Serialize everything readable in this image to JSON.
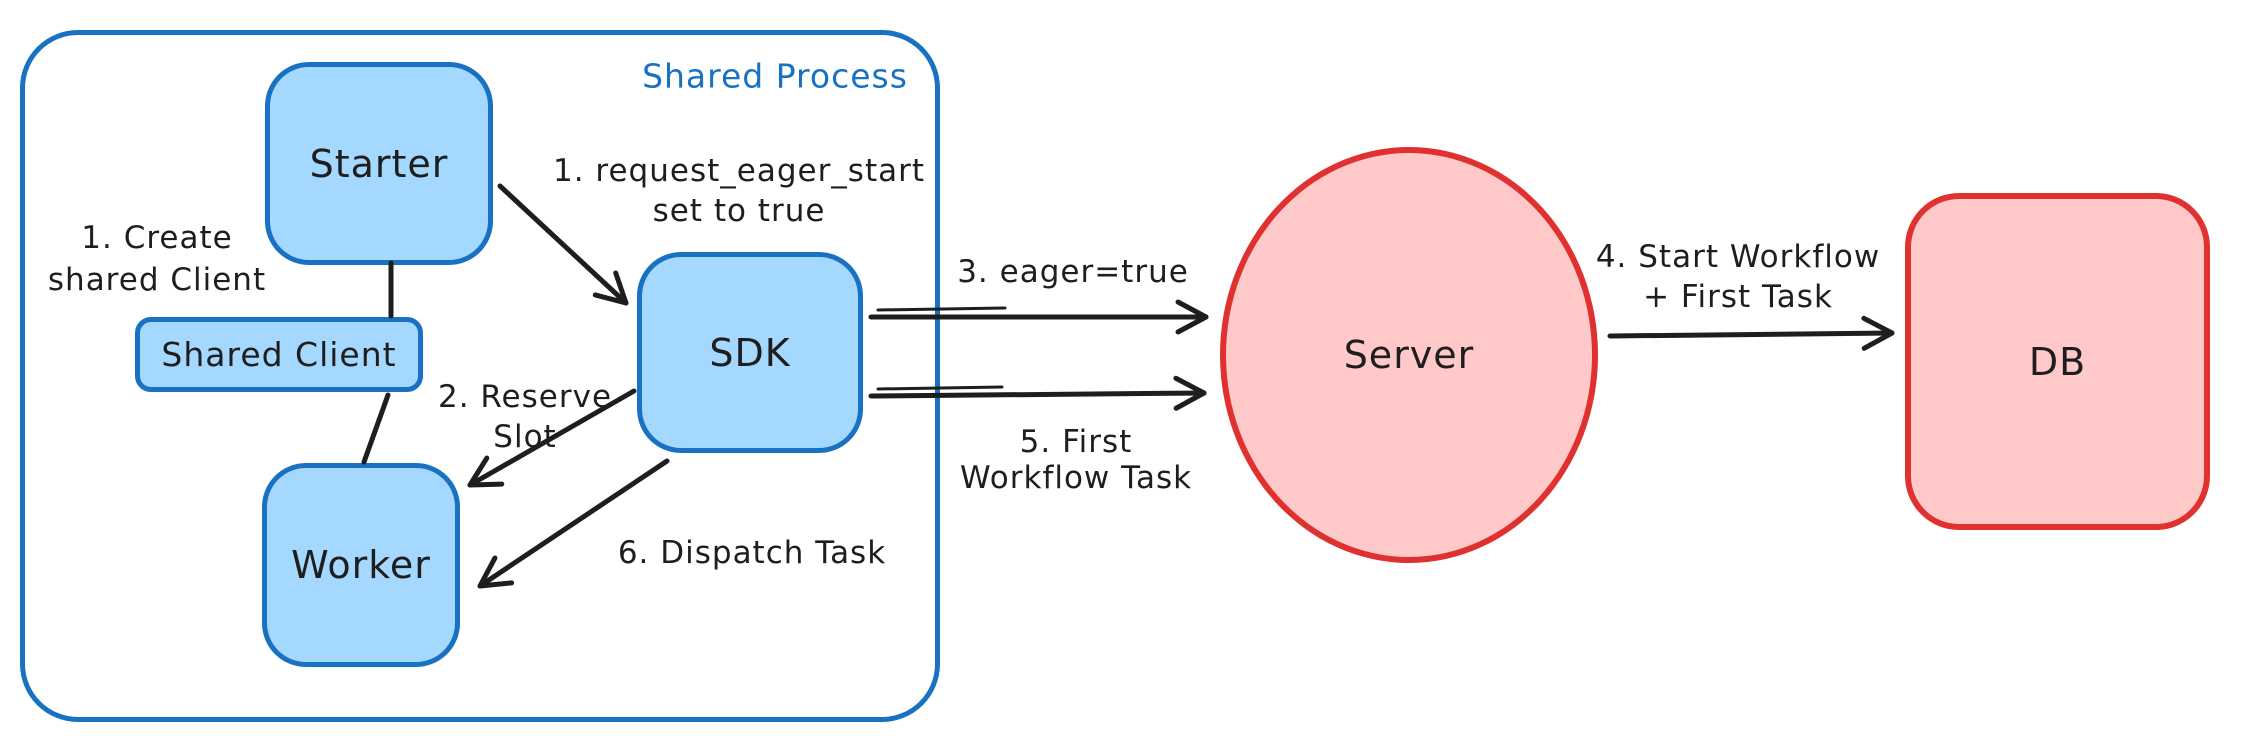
{
  "diagram": {
    "title": "Eager workflow start diagram",
    "background": "#ffffff"
  },
  "colors": {
    "blue_stroke": "#1971c2",
    "blue_fill": "#a5d8ff",
    "red_stroke": "#e03131",
    "red_fill": "#ffc9c9",
    "text": "#1e1e1e",
    "group_label": "#1971c2",
    "arrow": "#1e1e1e"
  },
  "container": {
    "label": "Shared Process"
  },
  "nodes": {
    "starter": {
      "label": "Starter"
    },
    "shared_client": {
      "label": "Shared Client"
    },
    "worker": {
      "label": "Worker"
    },
    "sdk": {
      "label": "SDK"
    },
    "server": {
      "label": "Server"
    },
    "db": {
      "label": "DB"
    }
  },
  "annotations": {
    "create_shared_client": {
      "line1": "1. Create",
      "line2": "shared Client"
    },
    "request_eager_start": {
      "line1": "1. request_eager_start",
      "line2": "set to true"
    },
    "reserve_slot": {
      "line1": "2. Reserve",
      "line2": "Slot"
    },
    "eager_true": {
      "line1": "3. eager=true"
    },
    "start_workflow": {
      "line1": "4. Start Workflow",
      "line2": "+ First Task"
    },
    "first_workflow_task": {
      "line1": "5. First",
      "line2": "Workflow Task"
    },
    "dispatch_task": {
      "line1": "6. Dispatch Task"
    }
  },
  "edges": [
    {
      "from": "starter",
      "to": "shared_client",
      "label": ""
    },
    {
      "from": "shared_client",
      "to": "worker",
      "label": ""
    },
    {
      "from": "starter",
      "to": "sdk",
      "label": "1. request_eager_start set to true"
    },
    {
      "from": "sdk",
      "to": "worker",
      "label": "2. Reserve Slot"
    },
    {
      "from": "sdk",
      "to": "server",
      "label": "3. eager=true"
    },
    {
      "from": "server",
      "to": "db",
      "label": "4. Start Workflow + First Task"
    },
    {
      "from": "sdk",
      "to": "server",
      "label": "5. First Workflow Task"
    },
    {
      "from": "sdk",
      "to": "worker",
      "label": "6. Dispatch Task"
    }
  ]
}
